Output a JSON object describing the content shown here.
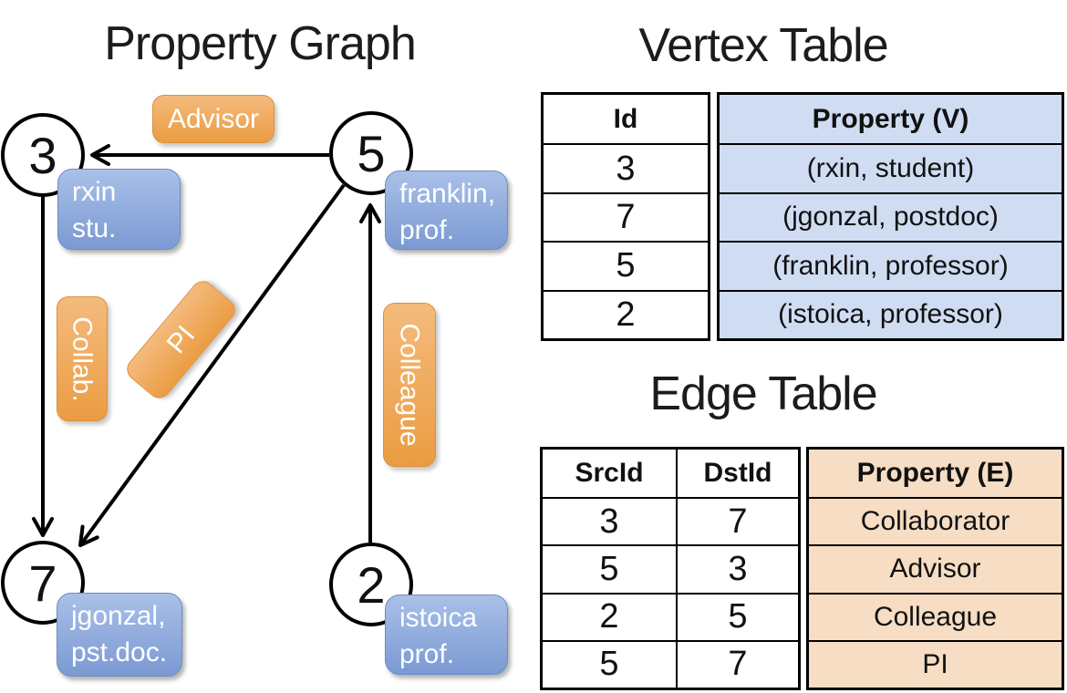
{
  "graph": {
    "title": "Property Graph",
    "vertices": [
      {
        "id": "3",
        "card": [
          "rxin",
          "stu."
        ]
      },
      {
        "id": "5",
        "card": [
          "franklin,",
          "prof."
        ]
      },
      {
        "id": "7",
        "card": [
          "jgonzal,",
          "pst.doc."
        ]
      },
      {
        "id": "2",
        "card": [
          "istoica",
          "prof."
        ]
      }
    ],
    "edges": [
      {
        "src": "5",
        "dst": "3",
        "label": "Advisor"
      },
      {
        "src": "3",
        "dst": "7",
        "label": "Collab."
      },
      {
        "src": "5",
        "dst": "7",
        "label": "PI"
      },
      {
        "src": "2",
        "dst": "5",
        "label": "Colleague"
      }
    ]
  },
  "vertex_table": {
    "title": "Vertex Table",
    "columns": {
      "id": "Id",
      "property": "Property (V)"
    },
    "rows": [
      {
        "id": "3",
        "property": "(rxin, student)"
      },
      {
        "id": "7",
        "property": "(jgonzal, postdoc)"
      },
      {
        "id": "5",
        "property": "(franklin, professor)"
      },
      {
        "id": "2",
        "property": "(istoica, professor)"
      }
    ]
  },
  "edge_table": {
    "title": "Edge Table",
    "columns": {
      "src": "SrcId",
      "dst": "DstId",
      "property": "Property (E)"
    },
    "rows": [
      {
        "src": "3",
        "dst": "7",
        "property": "Collaborator"
      },
      {
        "src": "5",
        "dst": "3",
        "property": "Advisor"
      },
      {
        "src": "2",
        "dst": "5",
        "property": "Colleague"
      },
      {
        "src": "5",
        "dst": "7",
        "property": "PI"
      }
    ]
  },
  "colors": {
    "edge_label_orange": "#ECA14B",
    "vertex_label_blue": "#8AA5D9",
    "vertex_table_fill": "#CFDCF1",
    "edge_table_fill": "#F6DDC3",
    "line_black": "#000000"
  }
}
